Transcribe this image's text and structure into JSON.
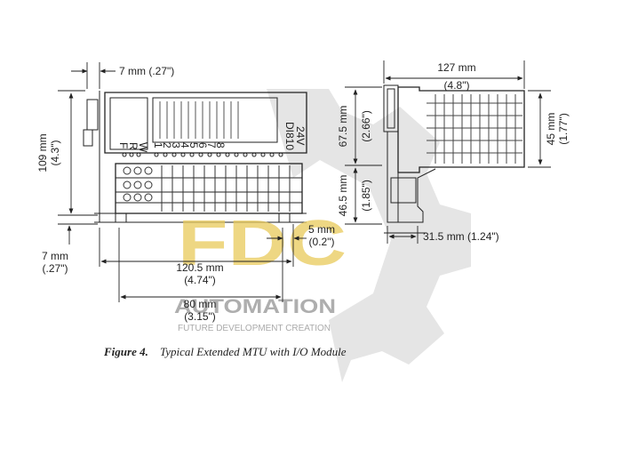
{
  "figure": {
    "caption_label": "Figure 4.",
    "caption_text": "Typical Extended MTU with I/O Module"
  },
  "module": {
    "model": "DI810",
    "voltage": "24V",
    "led_labels": [
      "F",
      "R",
      "W"
    ],
    "channel_numbers": [
      "1",
      "2",
      "3",
      "4",
      "5",
      "6",
      "7",
      "8"
    ]
  },
  "dimensions": {
    "top_offset": "7 mm (.27\")",
    "height_mm": "109 mm",
    "height_in": "(4.3\")",
    "bottom_offset_mm": "7 mm",
    "bottom_offset_in": "(.27\")",
    "gap_mm": "5 mm",
    "gap_in": "(0.2\")",
    "width_mm": "120.5 mm",
    "width_in": "(4.74\")",
    "pitch_mm": "80 mm",
    "pitch_in": "(3.15\")",
    "side_width_mm": "127 mm",
    "side_width_in": "(4.8\")",
    "upper_height_mm": "67.5 mm",
    "upper_height_in": "(2.66\")",
    "lower_height_mm": "46.5 mm",
    "lower_height_in": "(1.85\")",
    "depth_mm": "45 mm",
    "depth_in": "(1.77\")",
    "rail_depth": "31.5 mm (1.24\")"
  },
  "watermark": {
    "logo": "FDC",
    "name": "AUTOMATION",
    "tagline": "FUTURE DEVELOPMENT CREATION"
  },
  "colors": {
    "line": "#222222",
    "watermark_gear": "#cfcfcf",
    "watermark_logo": "#e8c95a",
    "watermark_text": "#9a9a9a"
  }
}
